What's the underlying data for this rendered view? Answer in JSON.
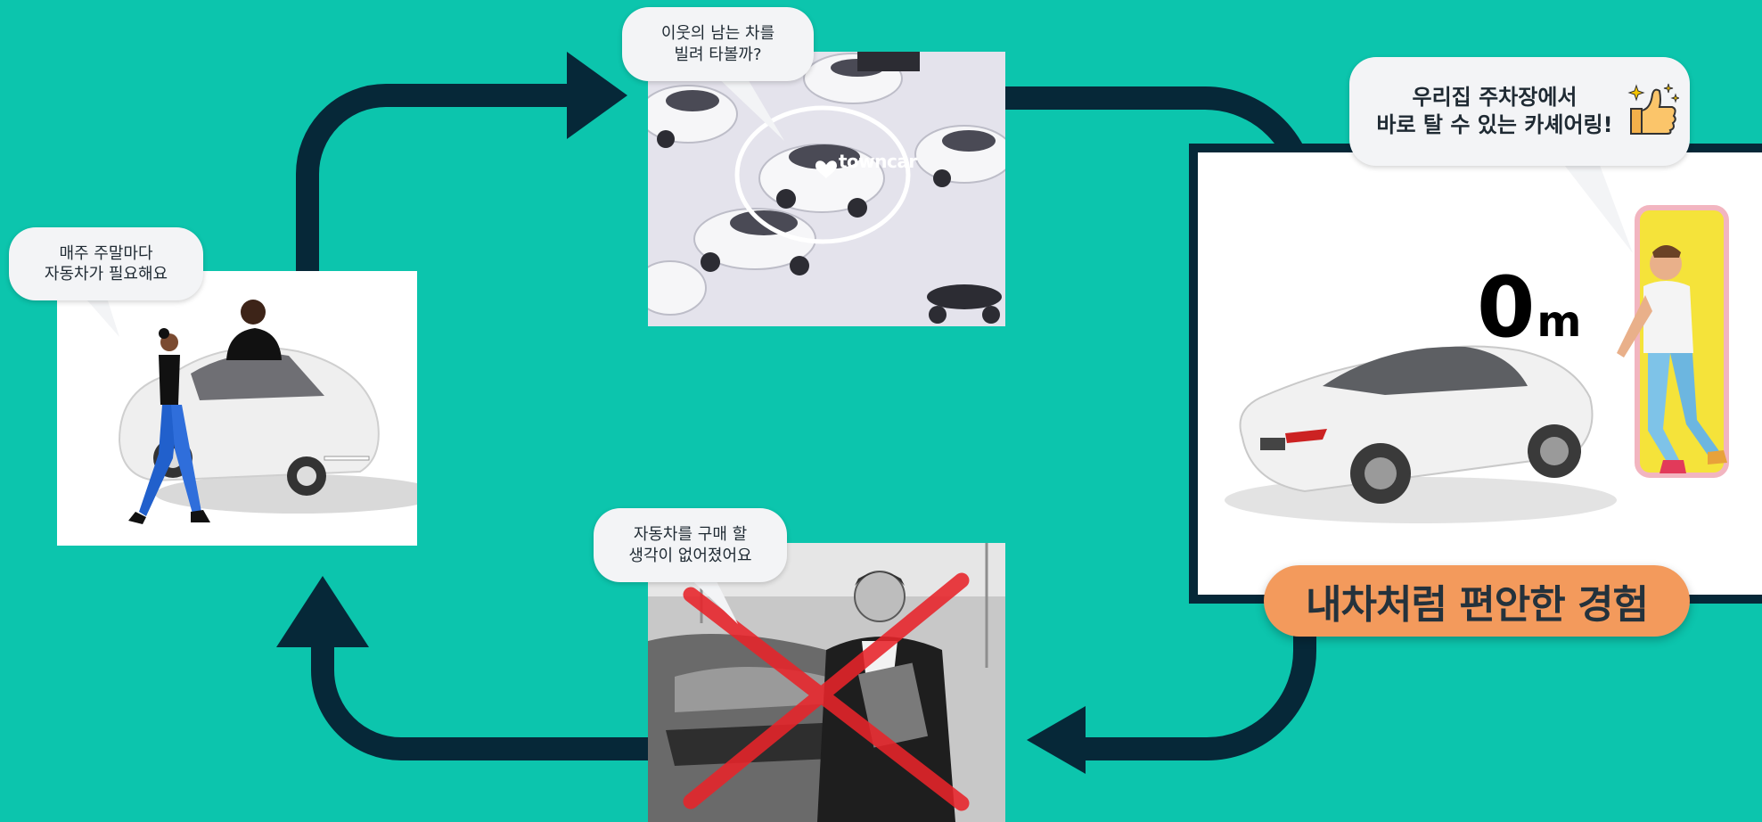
{
  "colors": {
    "background": "#0cc5ad",
    "arrow": "#062838",
    "cta_background": "#f39a5c",
    "cta_text": "#24323c",
    "bubble": "#f3f4f6",
    "x_mark": "#e8242a",
    "phone_screen": "#f5e33a"
  },
  "bubbles": {
    "weekend": [
      "매주 주말마다",
      "자동차가 필요해요"
    ],
    "neighbor": [
      "이웃의 남는 차를",
      "빌려 타볼까?"
    ],
    "parking": [
      "우리집 주차장에서",
      "바로 탈 수 있는 카셰어링!"
    ],
    "no_purchase": [
      "자동차를 구매 할",
      "생각이 없어졌어요"
    ]
  },
  "icons": {
    "sparkle_thumbs": "thumbs-up-icon",
    "x_mark": "cross-out-icon",
    "logo_heart": "heart-pin-icon"
  },
  "logo": {
    "text": "towncar"
  },
  "distance": {
    "value": "0",
    "unit": "m"
  },
  "cta": {
    "label": "내차처럼 편안한 경험"
  }
}
